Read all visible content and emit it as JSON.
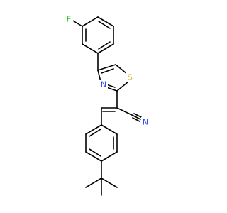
{
  "colors": {
    "background": "#ffffff",
    "bond": "#000000",
    "fluorine": "#33cc33",
    "nitrogen": "#3050f8",
    "sulfur": "#c8a000",
    "carbon": "#000000"
  },
  "atom_labels": {
    "fluorine": "F",
    "thiazole_nitrogen": "N",
    "thiazole_sulfur": "S",
    "nitrile_nitrogen": "N"
  }
}
